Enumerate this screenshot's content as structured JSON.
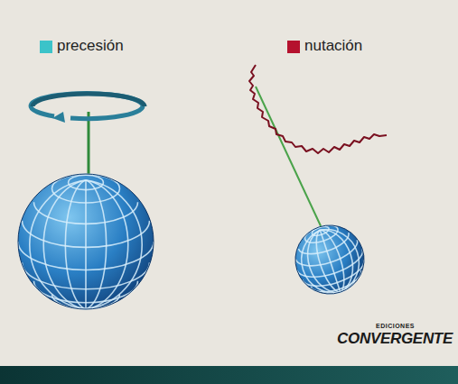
{
  "diagram": {
    "labels": [
      "EDICIONES",
      "CONVERGENTE"
    ],
    "legend": [
      {
        "text": "precesión",
        "color": "#3cc3c9"
      },
      {
        "text": "nutación",
        "color": "#b5122e"
      }
    ]
  }
}
